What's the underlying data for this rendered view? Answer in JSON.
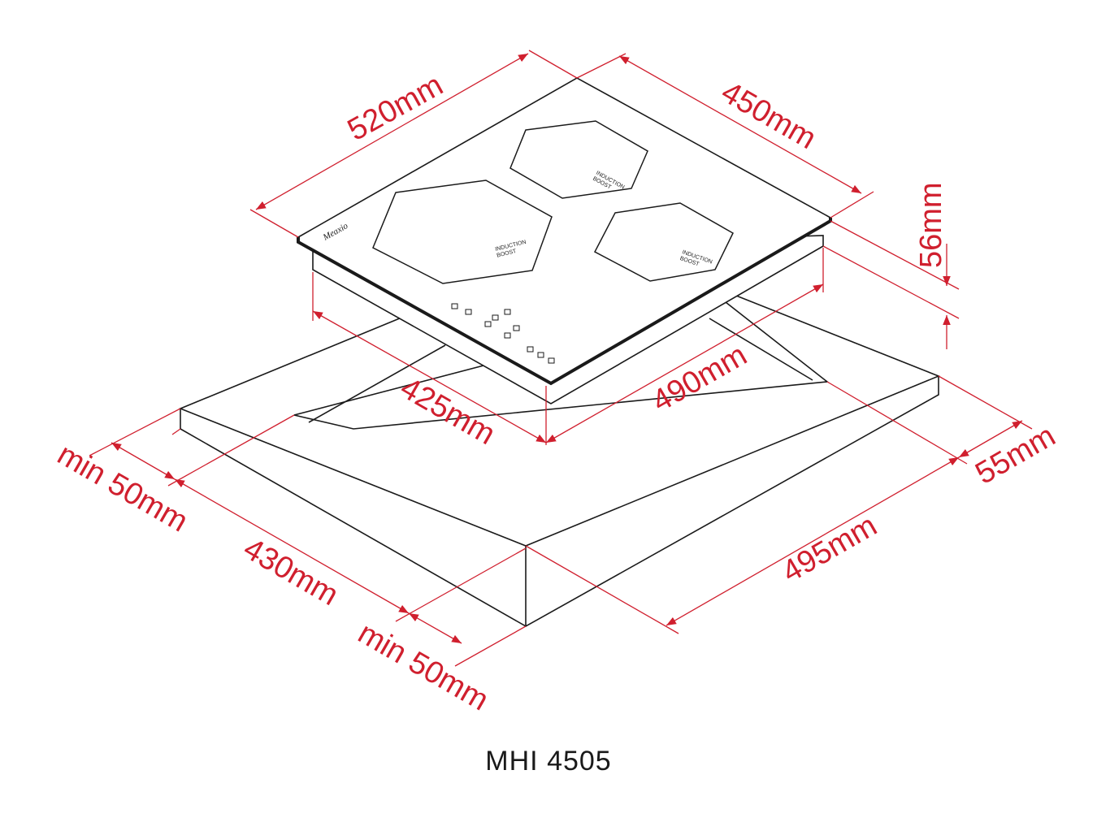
{
  "model": "MHI 4505",
  "brand": "Meaxio",
  "zone_labels": {
    "line1": "INDUCTION",
    "line2": "BOOST"
  },
  "dimensions": {
    "width_top": "520mm",
    "depth_top": "450mm",
    "height": "56mm",
    "cutout_width": "490mm",
    "cutout_depth": "425mm",
    "counter_edge_left": "min 50mm",
    "counter_edge_bottom": "min 50mm",
    "counter_depth": "430mm",
    "counter_width": "495mm",
    "back_gap": "55mm"
  },
  "colors": {
    "dimension": "#d01f2e",
    "outline": "#1a1a1a"
  }
}
